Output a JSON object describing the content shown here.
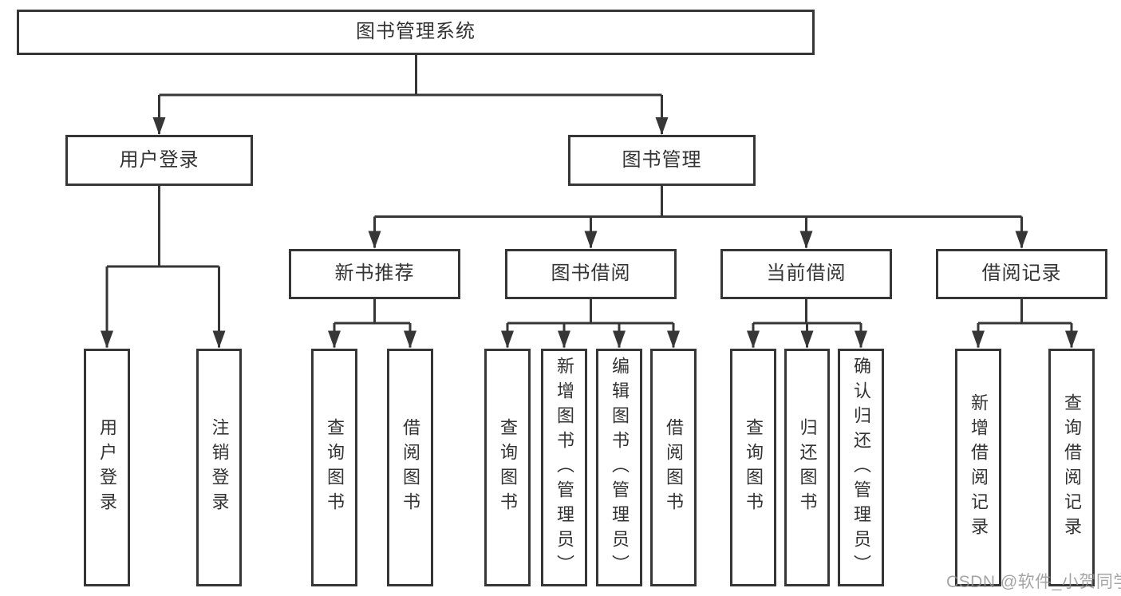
{
  "colors": {
    "line": "#363636",
    "box_border": "#363636",
    "text": "#333333",
    "watermark": "#919191",
    "background": "#ffffff"
  },
  "watermark": {
    "text": "CSDN @软件_小贺同学"
  },
  "diagram": {
    "root": {
      "label": "图书管理系统"
    },
    "branches": [
      {
        "label": "用户登录",
        "children": [
          {
            "label": "用户登录"
          },
          {
            "label": "注销登录"
          }
        ]
      },
      {
        "label": "图书管理",
        "children": [
          {
            "label": "新书推荐",
            "children": [
              {
                "label": "查询图书"
              },
              {
                "label": "借阅图书"
              }
            ]
          },
          {
            "label": "图书借阅",
            "children": [
              {
                "label": "查询图书"
              },
              {
                "label": "新增图书（管理员）"
              },
              {
                "label": "编辑图书（管理员）"
              },
              {
                "label": "借阅图书"
              }
            ]
          },
          {
            "label": "当前借阅",
            "children": [
              {
                "label": "查询图书"
              },
              {
                "label": "归还图书"
              },
              {
                "label": "确认归还（管理员）"
              }
            ]
          },
          {
            "label": "借阅记录",
            "children": [
              {
                "label": "新增借阅记录"
              },
              {
                "label": "查询借阅记录"
              }
            ]
          }
        ]
      }
    ]
  }
}
